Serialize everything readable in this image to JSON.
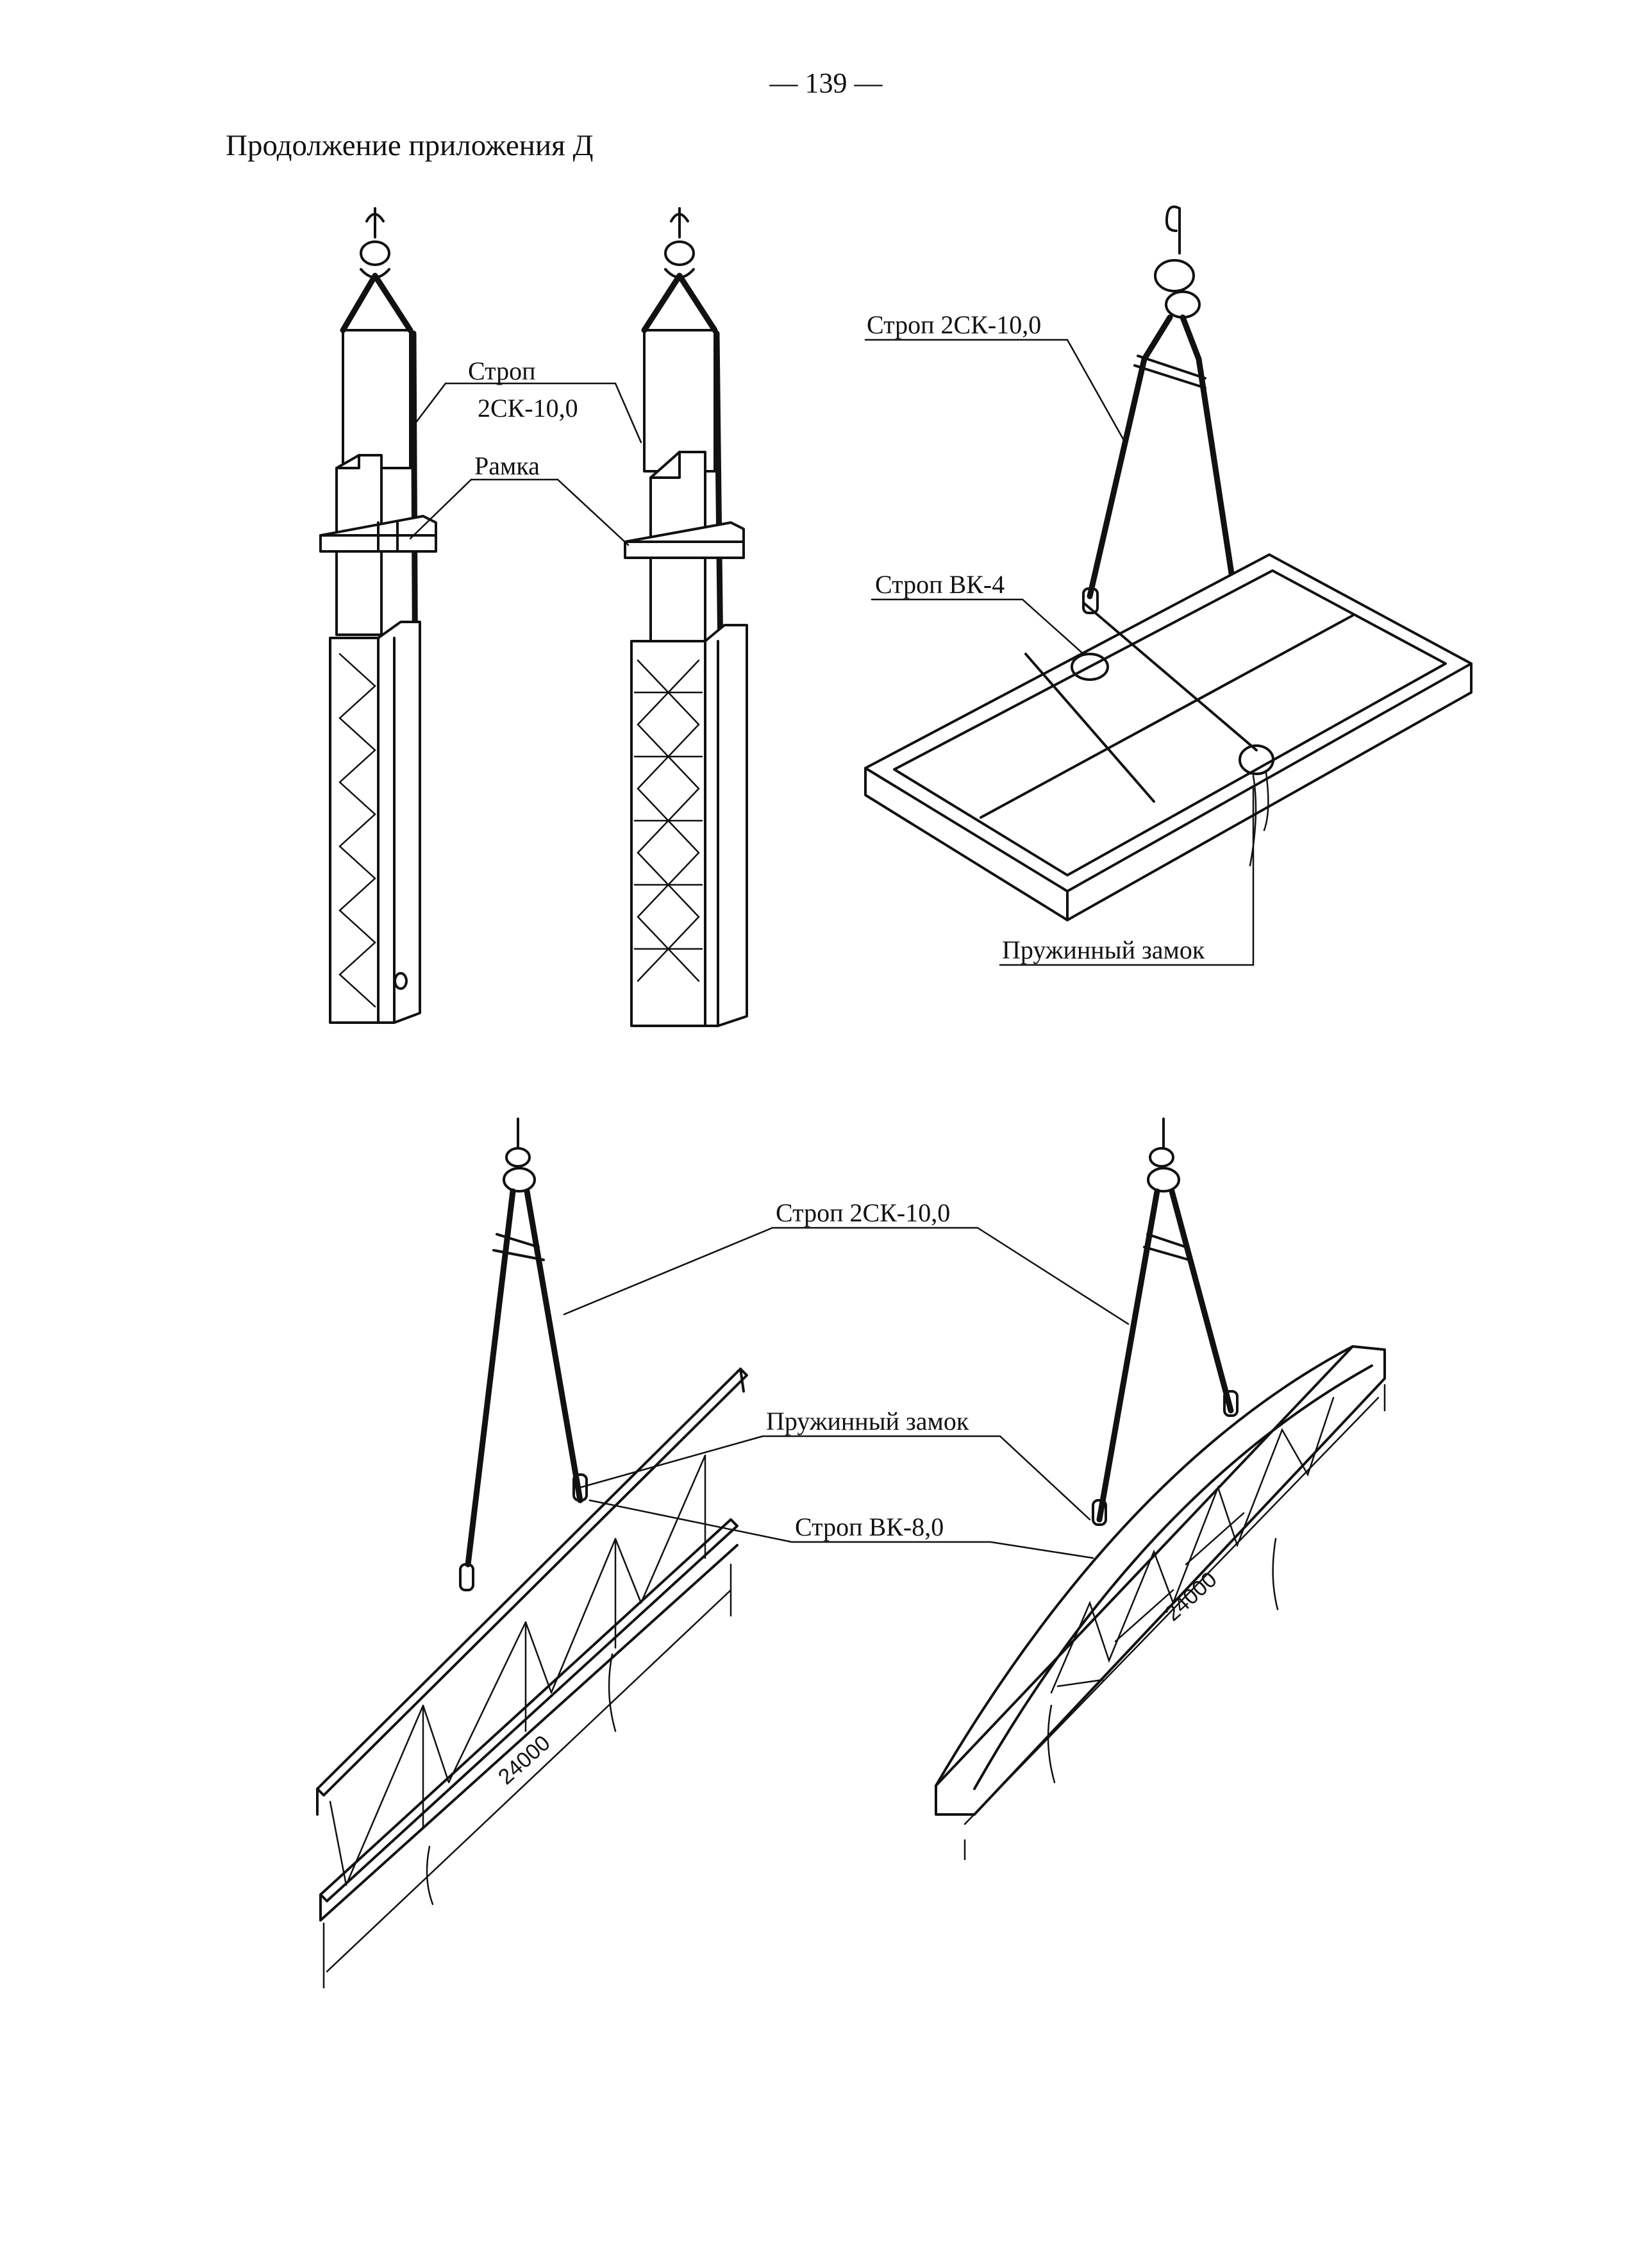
{
  "page": {
    "number": "— 139 —",
    "continuation": "Продолжение приложения Д"
  },
  "labels": {
    "strop_line1": "Строп",
    "strop_line2": "2СК-10,0",
    "frame": "Рамка",
    "strop_2sk_top": "Строп 2СК-10,0",
    "strop_vk4": "Строп ВК-4",
    "spring_lock_top": "Пружинный замок",
    "strop_2sk_bottom": "Строп 2СК-10,0",
    "spring_lock_bottom": "Пружинный замок",
    "strop_vk8": "Строп ВК-8,0",
    "dim_left": "24000",
    "dim_right": "24000"
  }
}
